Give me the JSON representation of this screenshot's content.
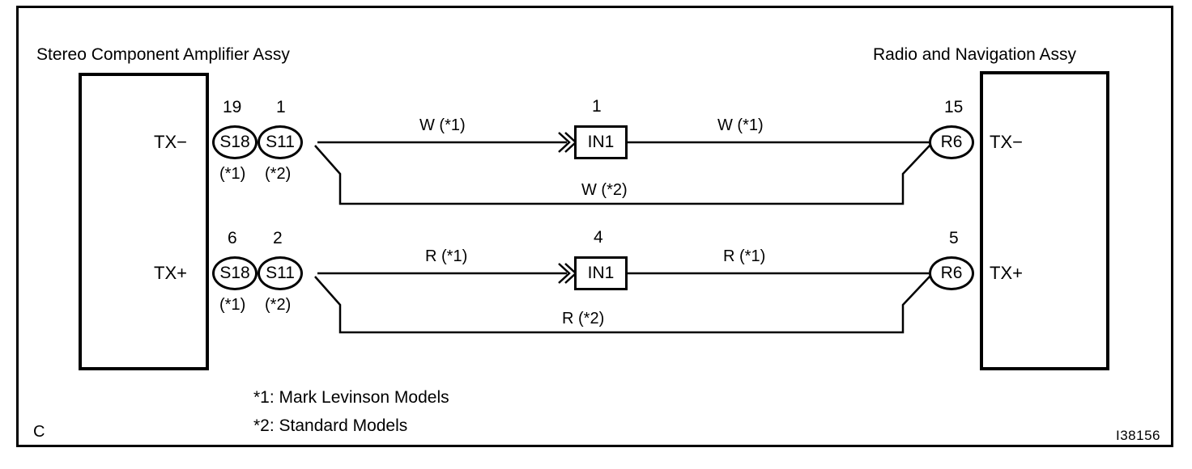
{
  "diagram": {
    "title_left": "Stereo Component Amplifier Assy",
    "title_right": "Radio and Navigation Assy",
    "corner_mark": "C",
    "reference_code": "I38156",
    "line_color": "#000000",
    "background_color": "#ffffff"
  },
  "left_unit": {
    "ports": [
      {
        "name": "TX−"
      },
      {
        "name": "TX+"
      }
    ]
  },
  "right_unit": {
    "ports": [
      {
        "name": "TX−"
      },
      {
        "name": "TX+"
      }
    ]
  },
  "rows": [
    {
      "id": "tx-minus",
      "left_port": "TX−",
      "right_port": "TX−",
      "left_connectors": [
        {
          "pin": "19",
          "label": "S18",
          "note": "(*1)"
        },
        {
          "pin": "1",
          "label": "S11",
          "note": "(*2)"
        }
      ],
      "junction": {
        "pin": "1",
        "label": "IN1"
      },
      "right_connector": {
        "pin": "15",
        "label": "R6"
      },
      "wire_labels": {
        "left_segment": "W (*1)",
        "right_segment": "W (*1)",
        "bypass": "W (*2)"
      }
    },
    {
      "id": "tx-plus",
      "left_port": "TX+",
      "right_port": "TX+",
      "left_connectors": [
        {
          "pin": "6",
          "label": "S18",
          "note": "(*1)"
        },
        {
          "pin": "2",
          "label": "S11",
          "note": "(*2)"
        }
      ],
      "junction": {
        "pin": "4",
        "label": "IN1"
      },
      "right_connector": {
        "pin": "5",
        "label": "R6"
      },
      "wire_labels": {
        "left_segment": "R (*1)",
        "right_segment": "R (*1)",
        "bypass": "R (*2)"
      }
    }
  ],
  "footnotes": [
    "*1: Mark Levinson Models",
    "*2: Standard Models"
  ]
}
